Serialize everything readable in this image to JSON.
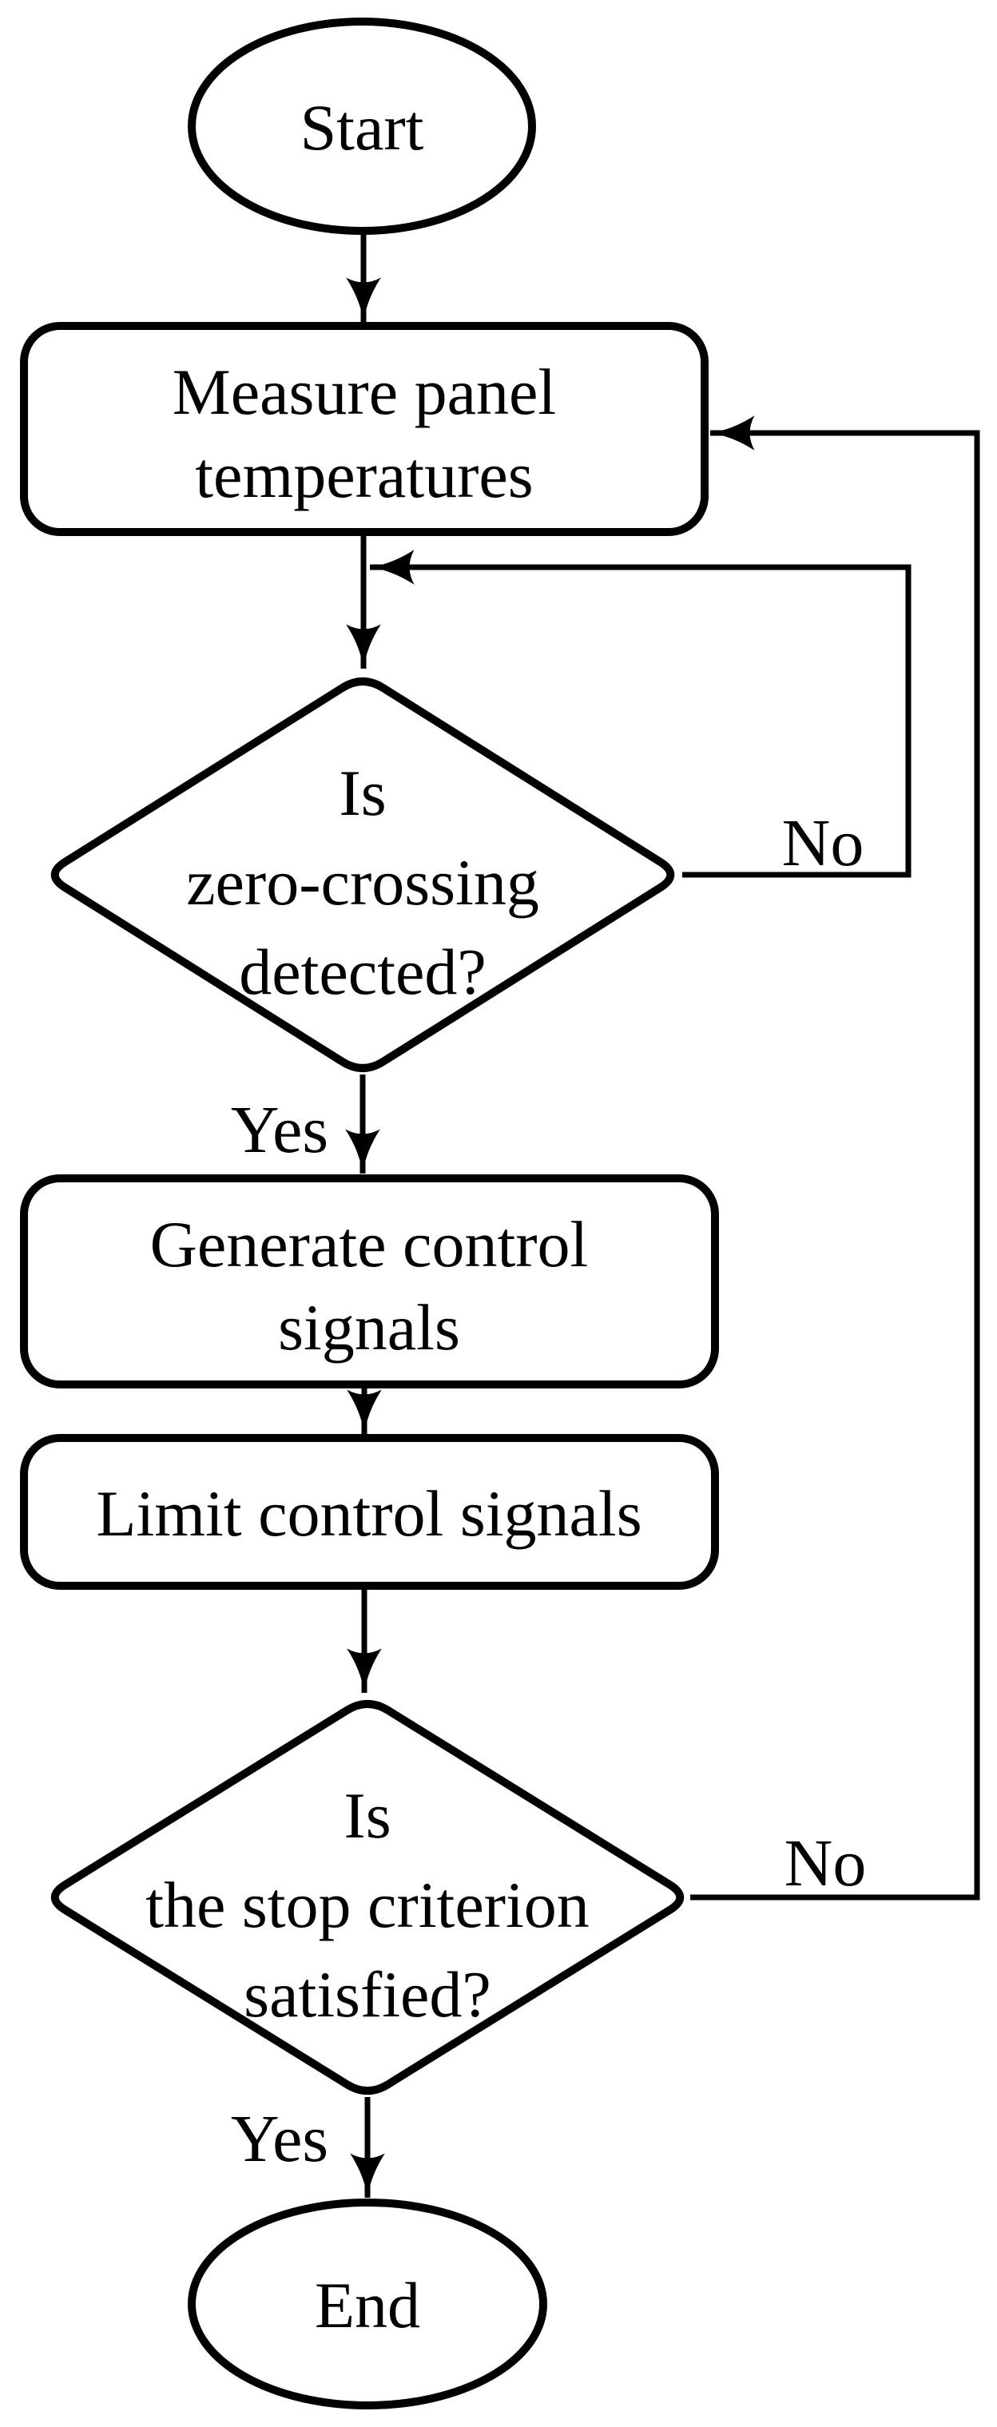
{
  "figure": {
    "type": "flowchart",
    "background_color": "#ffffff",
    "line_color": "#000000",
    "nodes": {
      "start": {
        "shape": "terminator",
        "label": "Start"
      },
      "measure_temps": {
        "shape": "process",
        "lines": [
          "Measure panel",
          "temperatures"
        ]
      },
      "zero_crossing_decision": {
        "shape": "decision",
        "lines": [
          "Is",
          "zero-crossing",
          "detected?"
        ]
      },
      "generate_signals": {
        "shape": "process",
        "lines": [
          "Generate control",
          "signals"
        ]
      },
      "limit_signals": {
        "shape": "process",
        "lines": [
          "Limit control signals"
        ]
      },
      "stop_criterion_decision": {
        "shape": "decision",
        "lines": [
          "Is",
          "the stop criterion",
          "satisfied?"
        ]
      },
      "end": {
        "shape": "terminator",
        "label": "End"
      }
    },
    "edge_labels": {
      "zero_crossing_no": "No",
      "zero_crossing_yes": "Yes",
      "stop_criterion_no": "No",
      "stop_criterion_yes": "Yes"
    }
  }
}
